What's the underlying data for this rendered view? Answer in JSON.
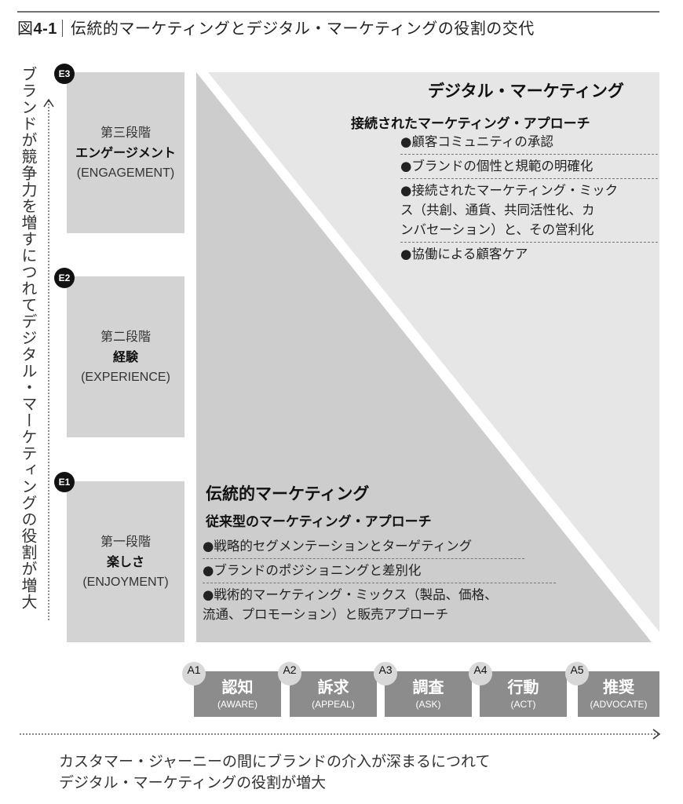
{
  "title": {
    "prefix": "図",
    "number": "4-1",
    "text": "伝統的マーケティングとデジタル・マーケティングの役割の交代"
  },
  "y_axis_label": "ブランドが競争力を増すにつれてデジタル・マーケティングの役割が増大",
  "x_axis_label": [
    "カスタマー・ジャーニーの間にブランドの介入が深まるにつれて",
    "デジタル・マーケティングの役割が増大"
  ],
  "stages": [
    {
      "badge": "E3",
      "stage": "第三段階",
      "name": "エンゲージメント",
      "en": "(ENGAGEMENT)"
    },
    {
      "badge": "E2",
      "stage": "第二段階",
      "name": "経験",
      "en": "(EXPERIENCE)"
    },
    {
      "badge": "E1",
      "stage": "第一段階",
      "name": "楽しさ",
      "en": "(ENJOYMENT)"
    }
  ],
  "digital": {
    "title": "デジタル・マーケティング",
    "subtitle": "接続されたマーケティング・アプローチ",
    "bullets": [
      "●顧客コミュニティの承認",
      "●ブランドの個性と規範の明確化",
      "●接続されたマーケティング・ミック",
      "ス（共創、通貨、共同活性化、カ",
      "ンバセーション）と、その営利化",
      "●協働による顧客ケア"
    ]
  },
  "traditional": {
    "title": "伝統的マーケティング",
    "subtitle": "従来型のマーケティング・アプローチ",
    "bullets": [
      "●戦略的セグメンテーションとターゲティング",
      "●ブランドのポジショニングと差別化",
      "●戦術的マーケティング・ミックス（製品、価格、",
      "流通、プロモーション）と販売アプローチ"
    ]
  },
  "journey": [
    {
      "badge": "A1",
      "jp": "認知",
      "en": "(AWARE)"
    },
    {
      "badge": "A2",
      "jp": "訴求",
      "en": "(APPEAL)"
    },
    {
      "badge": "A3",
      "jp": "調査",
      "en": "(ASK)"
    },
    {
      "badge": "A4",
      "jp": "行動",
      "en": "(ACT)"
    },
    {
      "badge": "A5",
      "jp": "推奨",
      "en": "(ADVOCATE)"
    }
  ],
  "colors": {
    "stage_box": "#d3d3d3",
    "journey_box": "#8c8c8c",
    "traditional": "#cdcdcd",
    "digital": "#e6e6e6"
  }
}
